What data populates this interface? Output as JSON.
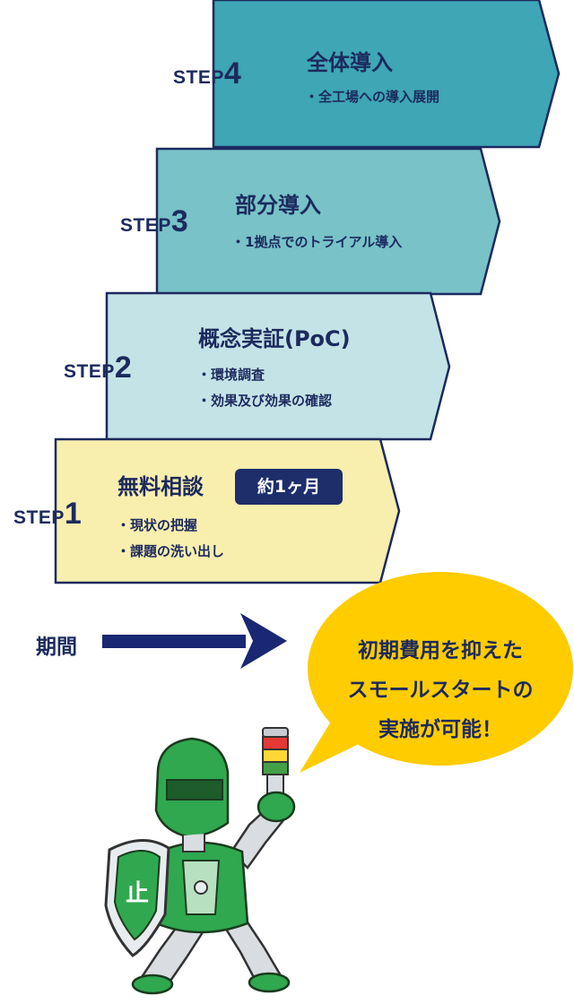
{
  "steps": [
    {
      "step_word": "STEP",
      "step_number": "4",
      "title": "全体導入",
      "bullets": [
        "全工場への導入展開"
      ],
      "color": "#3ea6b5"
    },
    {
      "step_word": "STEP",
      "step_number": "3",
      "title": "部分導入",
      "bullets": [
        "1拠点でのトライアル導入"
      ],
      "color": "#78c2c8"
    },
    {
      "step_word": "STEP",
      "step_number": "2",
      "title": "概念実証(PoC)",
      "bullets": [
        "環境調査",
        "効果及び効果の確認"
      ],
      "color": "#c4e3e6"
    },
    {
      "step_word": "STEP",
      "step_number": "1",
      "title": "無料相談",
      "badge": "約1ヶ月",
      "bullets": [
        "現状の把握",
        "課題の洗い出し"
      ],
      "color": "#f8eeae"
    }
  ],
  "period": {
    "label": "期間"
  },
  "speech_bubble": {
    "lines": [
      "初期費用を抑えた",
      "スモールスタートの",
      "実施が可能！"
    ],
    "color": "#ffcc00"
  },
  "mascot": {
    "icon": "knight-mascot-icon",
    "shield_glyph": "止"
  },
  "colors": {
    "navy": "#1c2a5e",
    "arrow": "#1a2772"
  }
}
